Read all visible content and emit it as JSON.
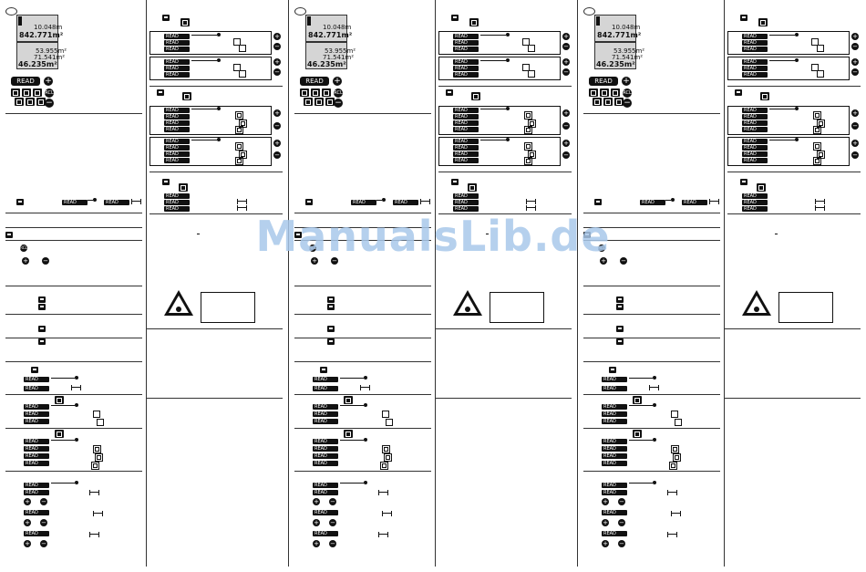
{
  "display": {
    "line1": "10.048m",
    "line2": "842.771m²",
    "line3": "53.955m²",
    "line4": "71.541m²",
    "line5": "46.235m²"
  },
  "keys": {
    "read": "READ",
    "plus": "+",
    "minus": "−",
    "recall": "RCL"
  },
  "watermark": "ManualsLib.de"
}
